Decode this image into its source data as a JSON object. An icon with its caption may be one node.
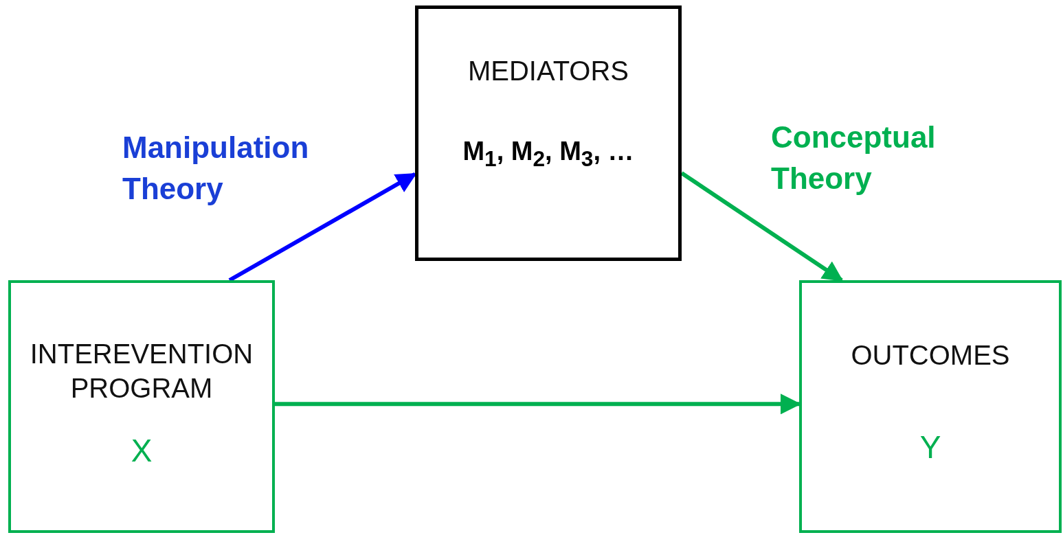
{
  "diagram": {
    "nodes": [
      {
        "text": [
          "MEDIATORS",
          "M$_{1}$, M$_{2}$, M$_{3}$, …"
        ]
      },
      {
        "text": [
          "INTEREVENTION PROGRAM",
          "X"
        ]
      },
      {
        "text": [
          "OUTCOMES",
          "Y"
        ]
      }
    ],
    "edges": [
      {
        "from": 1,
        "to": 0,
        "arrow": "to",
        "label": "Manipulation Theory",
        "color": "#0000ff"
      },
      {
        "from": 0,
        "to": 2,
        "arrow": "to",
        "label": "Conceptual Theory"
      },
      {
        "from": 1,
        "to": 2,
        "arrow": "to"
      }
    ]
  }
}
